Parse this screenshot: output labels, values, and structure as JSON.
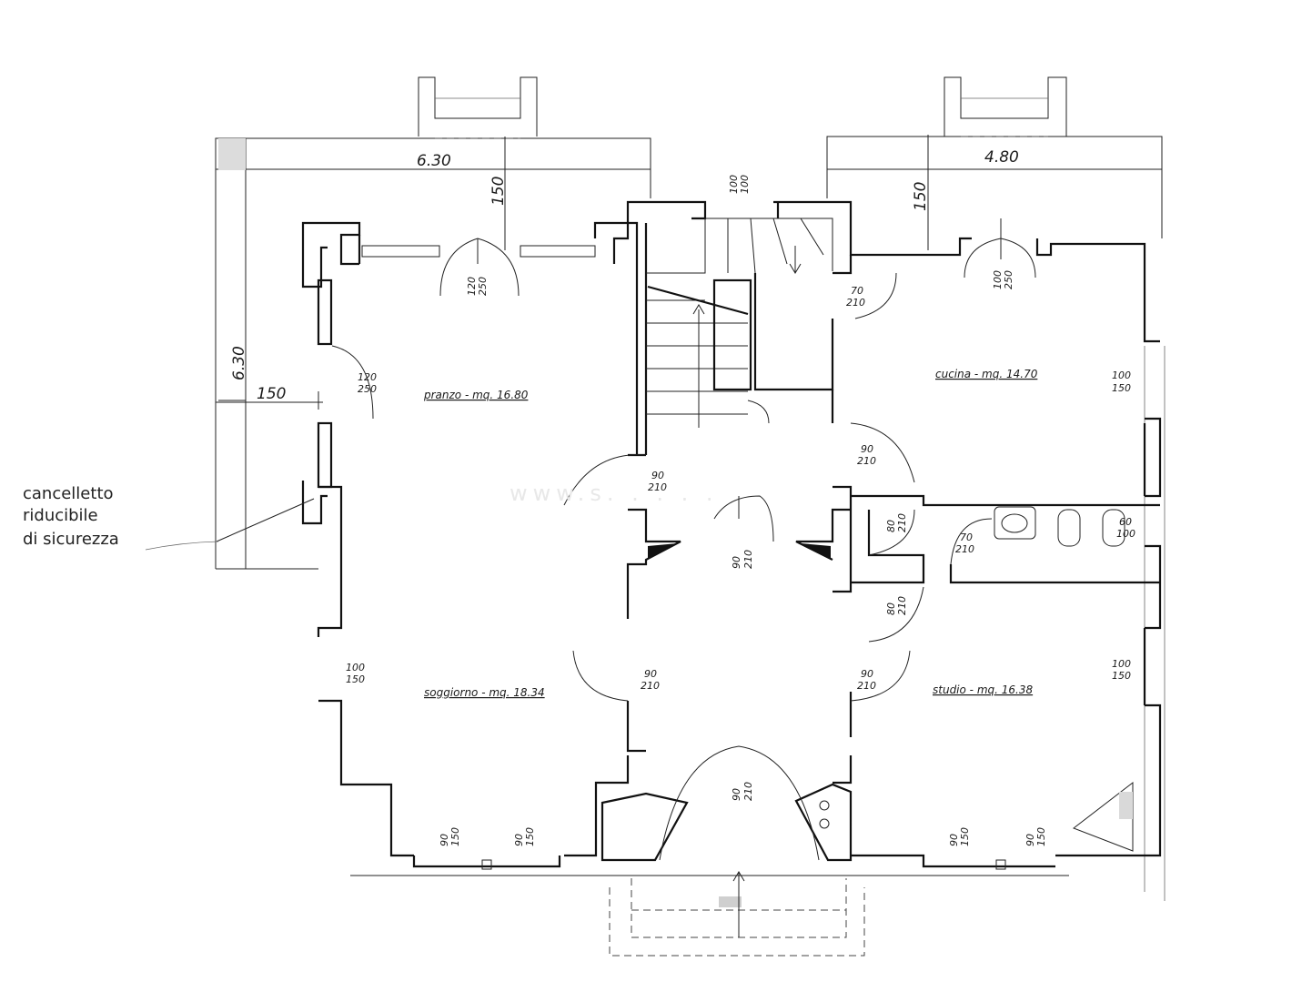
{
  "rooms": {
    "pranzo": "pranzo - mq. 16.80",
    "cucina": "cucina - mq. 14.70",
    "soggiorno": "soggiorno - mq. 18.34",
    "studio": "studio - mq. 16.38"
  },
  "dimensions": {
    "top_left_width": "6.30",
    "top_right_width": "4.80",
    "left_height": "6.30",
    "left_offset": "150",
    "porch_left_depth": "150",
    "porch_right_depth": "150",
    "stair_top_1": "100",
    "stair_top_2": "100"
  },
  "openings": {
    "pranzo_door": [
      "120",
      "250"
    ],
    "pranzo_side_door": [
      "120",
      "250"
    ],
    "cucina_door": [
      "100",
      "250"
    ],
    "corr_door_70": [
      "70",
      "210"
    ],
    "cucina_window": [
      "100",
      "150"
    ],
    "hall_left": [
      "90",
      "210"
    ],
    "hall_right": [
      "90",
      "210"
    ],
    "hall_center": [
      "90",
      "210"
    ],
    "bath_80a": [
      "80",
      "210"
    ],
    "bath_70": [
      "70",
      "210"
    ],
    "bath_80b": [
      "80",
      "210"
    ],
    "bath_window": [
      "60",
      "100"
    ],
    "sogg_left_window": [
      "100",
      "150"
    ],
    "sogg_door": [
      "90",
      "210"
    ],
    "studio_door": [
      "90",
      "210"
    ],
    "studio_window": [
      "100",
      "150"
    ],
    "entry_door": [
      "90",
      "210"
    ],
    "sogg_bottom_1": [
      "90",
      "150"
    ],
    "sogg_bottom_2": [
      "90",
      "150"
    ],
    "studio_bottom_1": [
      "90",
      "150"
    ],
    "studio_bottom_2": [
      "90",
      "150"
    ]
  },
  "note": {
    "line1": "cancelletto",
    "line2": "riducibile",
    "line3": "di sicurezza"
  },
  "watermark": "www.s.  .  .  .  ."
}
